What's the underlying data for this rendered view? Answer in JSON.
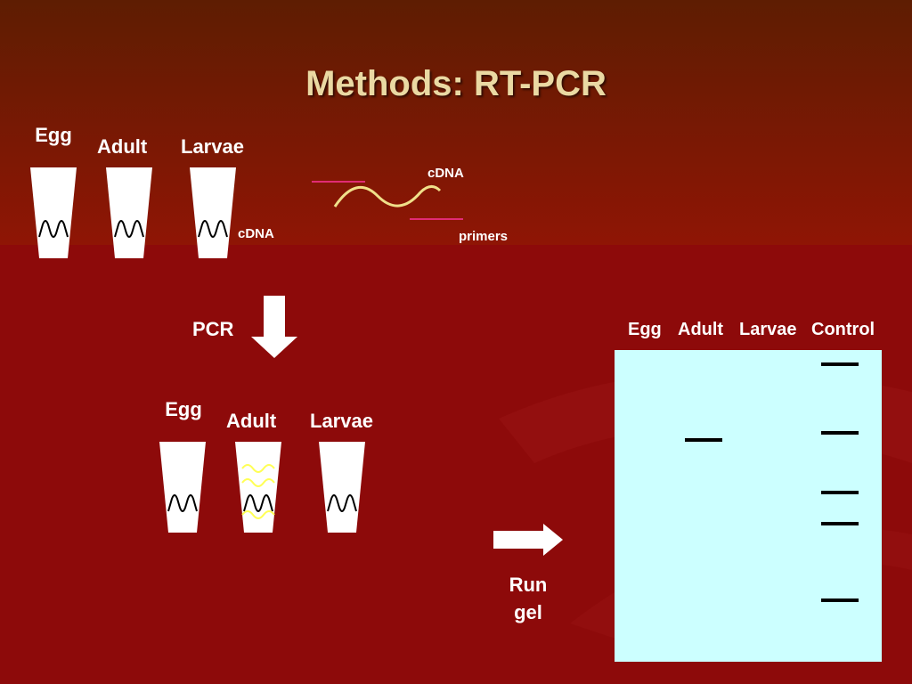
{
  "slide": {
    "title": "Methods: RT-PCR",
    "colors": {
      "background_top": "#7a1a04",
      "background_bottom": "#8e0a0a",
      "title": "#ead9a3",
      "gel": "#ccffff",
      "amplicon": "#ffff66",
      "primer": "#ff3399"
    }
  },
  "top_tubes": [
    {
      "label": "Egg"
    },
    {
      "label": "Adult"
    },
    {
      "label": "Larvae"
    }
  ],
  "top_cdna_label": "cDNA",
  "legend": {
    "cdna_label": "cDNA",
    "primers_label": "primers"
  },
  "pcr_label": "PCR",
  "bottom_tubes": [
    {
      "label": "Egg",
      "amplified": false
    },
    {
      "label": "Adult",
      "amplified": true
    },
    {
      "label": "Larvae",
      "amplified": false
    }
  ],
  "run_gel_label": "Run gel",
  "gel": {
    "lanes": [
      "Egg",
      "Adult",
      "Larvae",
      "Control"
    ],
    "bands": {
      "Egg": 0,
      "Adult": 1,
      "Larvae": 0,
      "Control": 5
    }
  }
}
